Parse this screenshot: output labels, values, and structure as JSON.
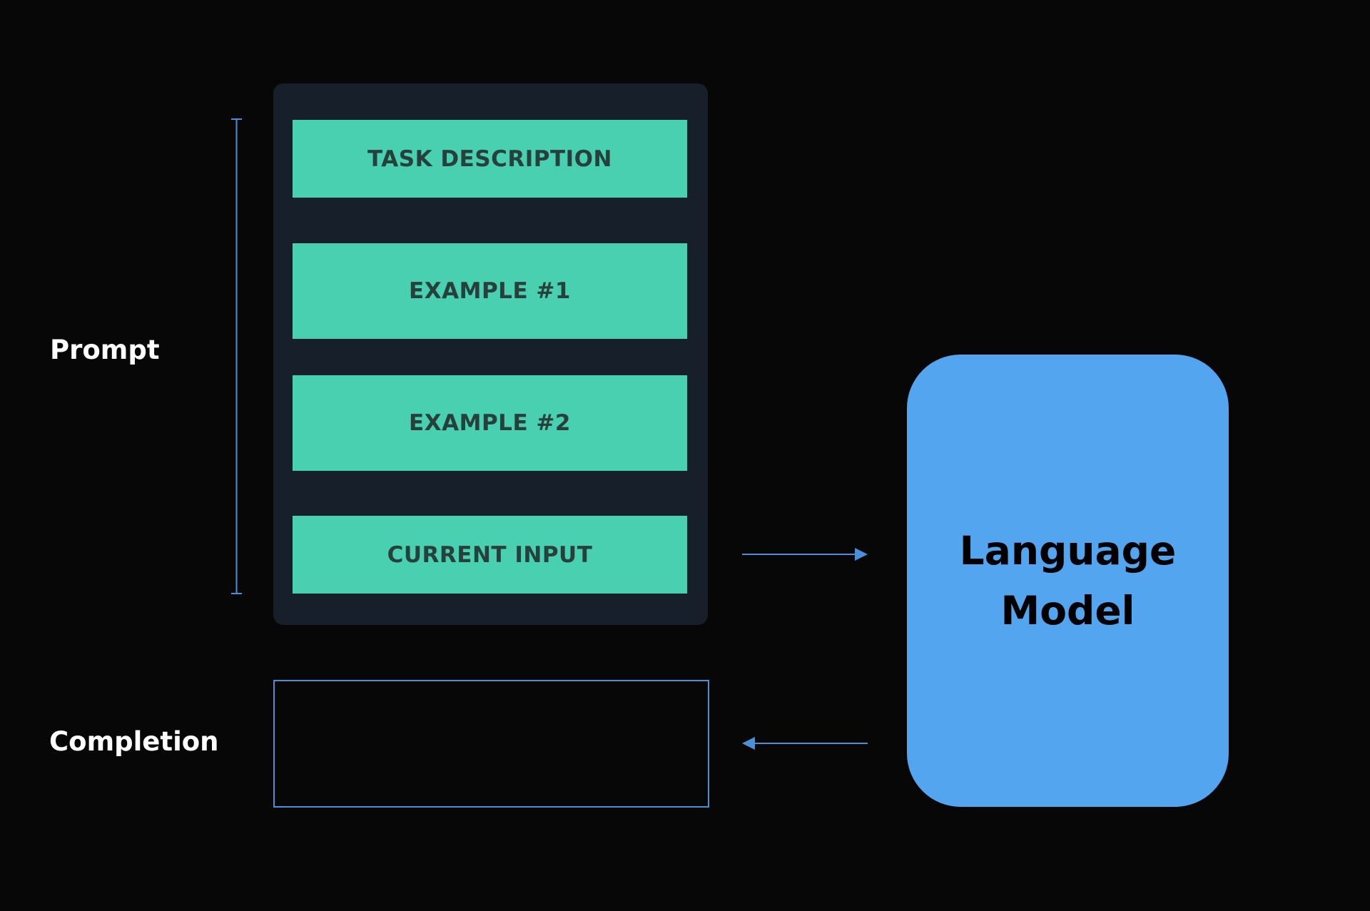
{
  "labels": {
    "prompt": "Prompt",
    "completion": "Completion"
  },
  "prompt_blocks": {
    "task": "TASK DESCRIPTION",
    "example1": "EXAMPLE #1",
    "example2": "EXAMPLE #2",
    "current_input": "CURRENT INPUT"
  },
  "model": {
    "title": "Language Model"
  },
  "colors": {
    "background": "#070707",
    "panel": "#17202a",
    "block": "#48d0b0",
    "block_text": "#27403c",
    "model": "#52a5ee",
    "accent_line": "#4a90d8"
  }
}
